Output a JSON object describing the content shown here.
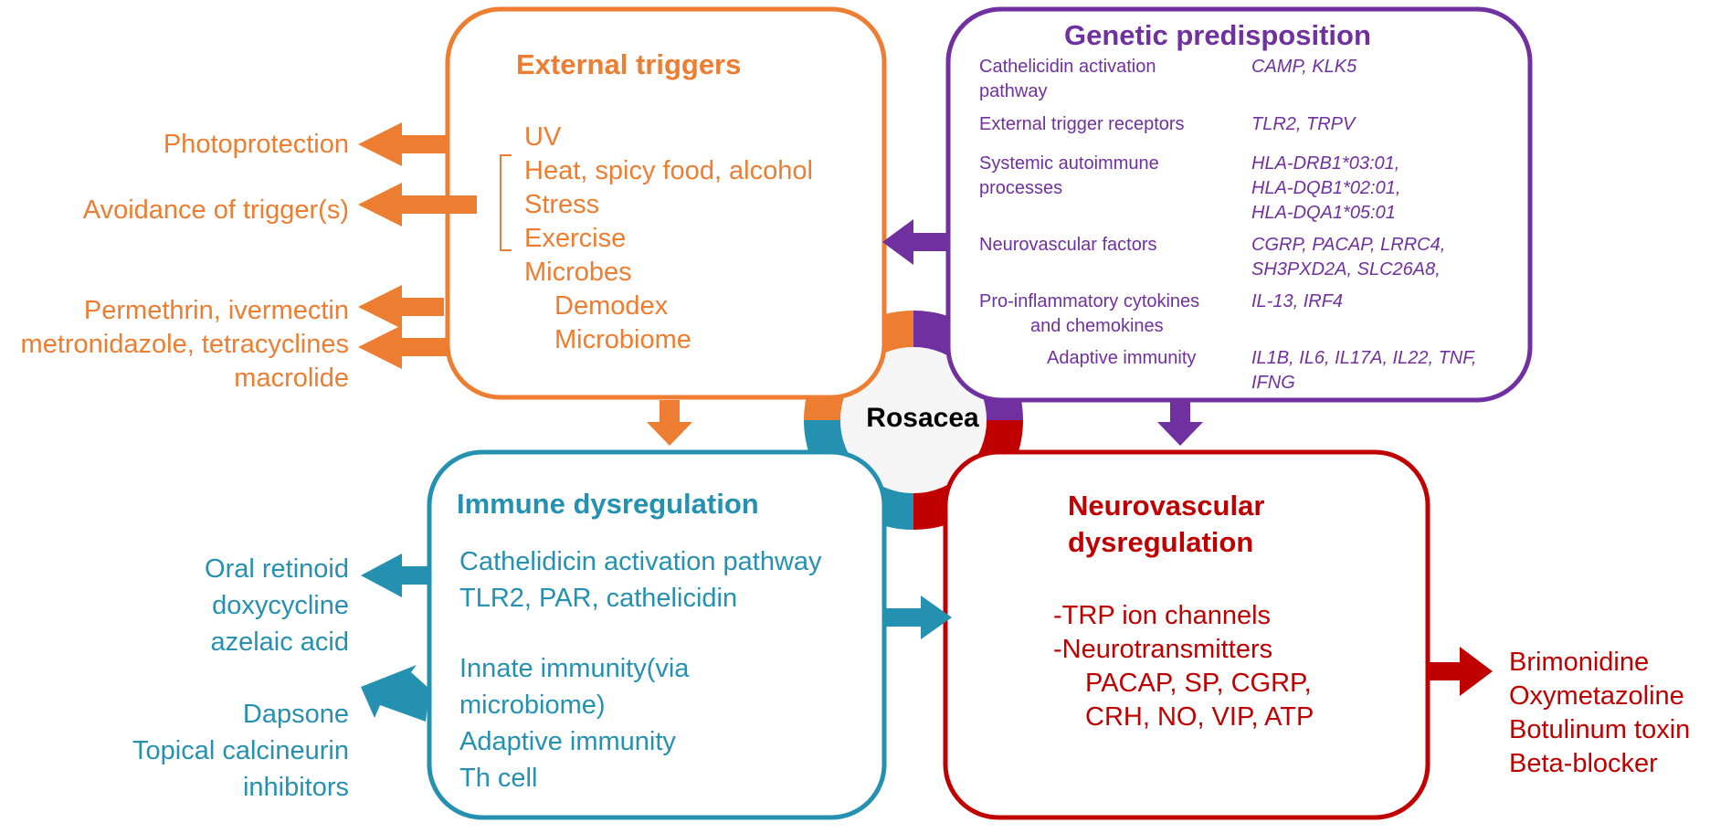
{
  "center": {
    "label": "Rosacea"
  },
  "external": {
    "title": "External triggers",
    "items": [
      "UV",
      "Heat, spicy food, alcohol",
      "Stress",
      "Exercise",
      "Microbes"
    ],
    "subitems": [
      "Demodex",
      "Microbiome"
    ],
    "treatments": [
      "Photoprotection",
      "Avoidance of trigger(s)",
      "Permethrin, ivermectin",
      "metronidazole, tetracyclines",
      "macrolide"
    ]
  },
  "genetic": {
    "title": "Genetic predisposition",
    "rows": [
      {
        "label1": "Cathelicidin activation",
        "label2": "pathway",
        "genes1": "CAMP, KLK5",
        "genes2": ""
      },
      {
        "label1": "External trigger receptors",
        "label2": "",
        "genes1": "TLR2, TRPV",
        "genes2": ""
      },
      {
        "label1": "Systemic autoimmune",
        "label2": "processes",
        "genes1": "HLA-DRB1*03:01,",
        "genes2": "HLA-DQB1*02:01,",
        "genes3": "HLA-DQA1*05:01"
      },
      {
        "label1": "Neurovascular factors",
        "label2": "",
        "genes1": "CGRP, PACAP, LRRC4,",
        "genes2": "SH3PXD2A, SLC26A8,"
      },
      {
        "label1": "Pro-inflammatory cytokines",
        "label2": "and chemokines",
        "genes1": "IL-13, IRF4",
        "genes2": ""
      },
      {
        "label1": "Adaptive immunity",
        "label2": "",
        "genes1": "IL1B, IL6, IL17A, IL22, TNF,",
        "genes2": "IFNG"
      }
    ]
  },
  "immune": {
    "title": "Immune dysregulation",
    "lines": [
      "Cathelidicin activation pathway",
      "TLR2, PAR, cathelicidin",
      "Innate immunity(via",
      "microbiome)",
      "Adaptive immunity",
      "Th cell"
    ],
    "treatments1": [
      "Oral retinoid",
      "doxycycline",
      "azelaic acid"
    ],
    "treatments2": [
      "Dapsone",
      "Topical calcineurin",
      "inhibitors"
    ]
  },
  "neuro": {
    "title1": "Neurovascular",
    "title2": "dysregulation",
    "lines": [
      "-TRP ion channels",
      "-Neurotransmitters",
      "PACAP, SP, CGRP,",
      "CRH, NO, VIP, ATP"
    ],
    "treatments": [
      "Brimonidine",
      "Oxymetazoline",
      "Botulinum toxin",
      "Beta-blocker"
    ]
  },
  "colors": {
    "orange": "#ED7D31",
    "purple": "#7030A0",
    "teal": "#2591B0",
    "red": "#C00000"
  }
}
